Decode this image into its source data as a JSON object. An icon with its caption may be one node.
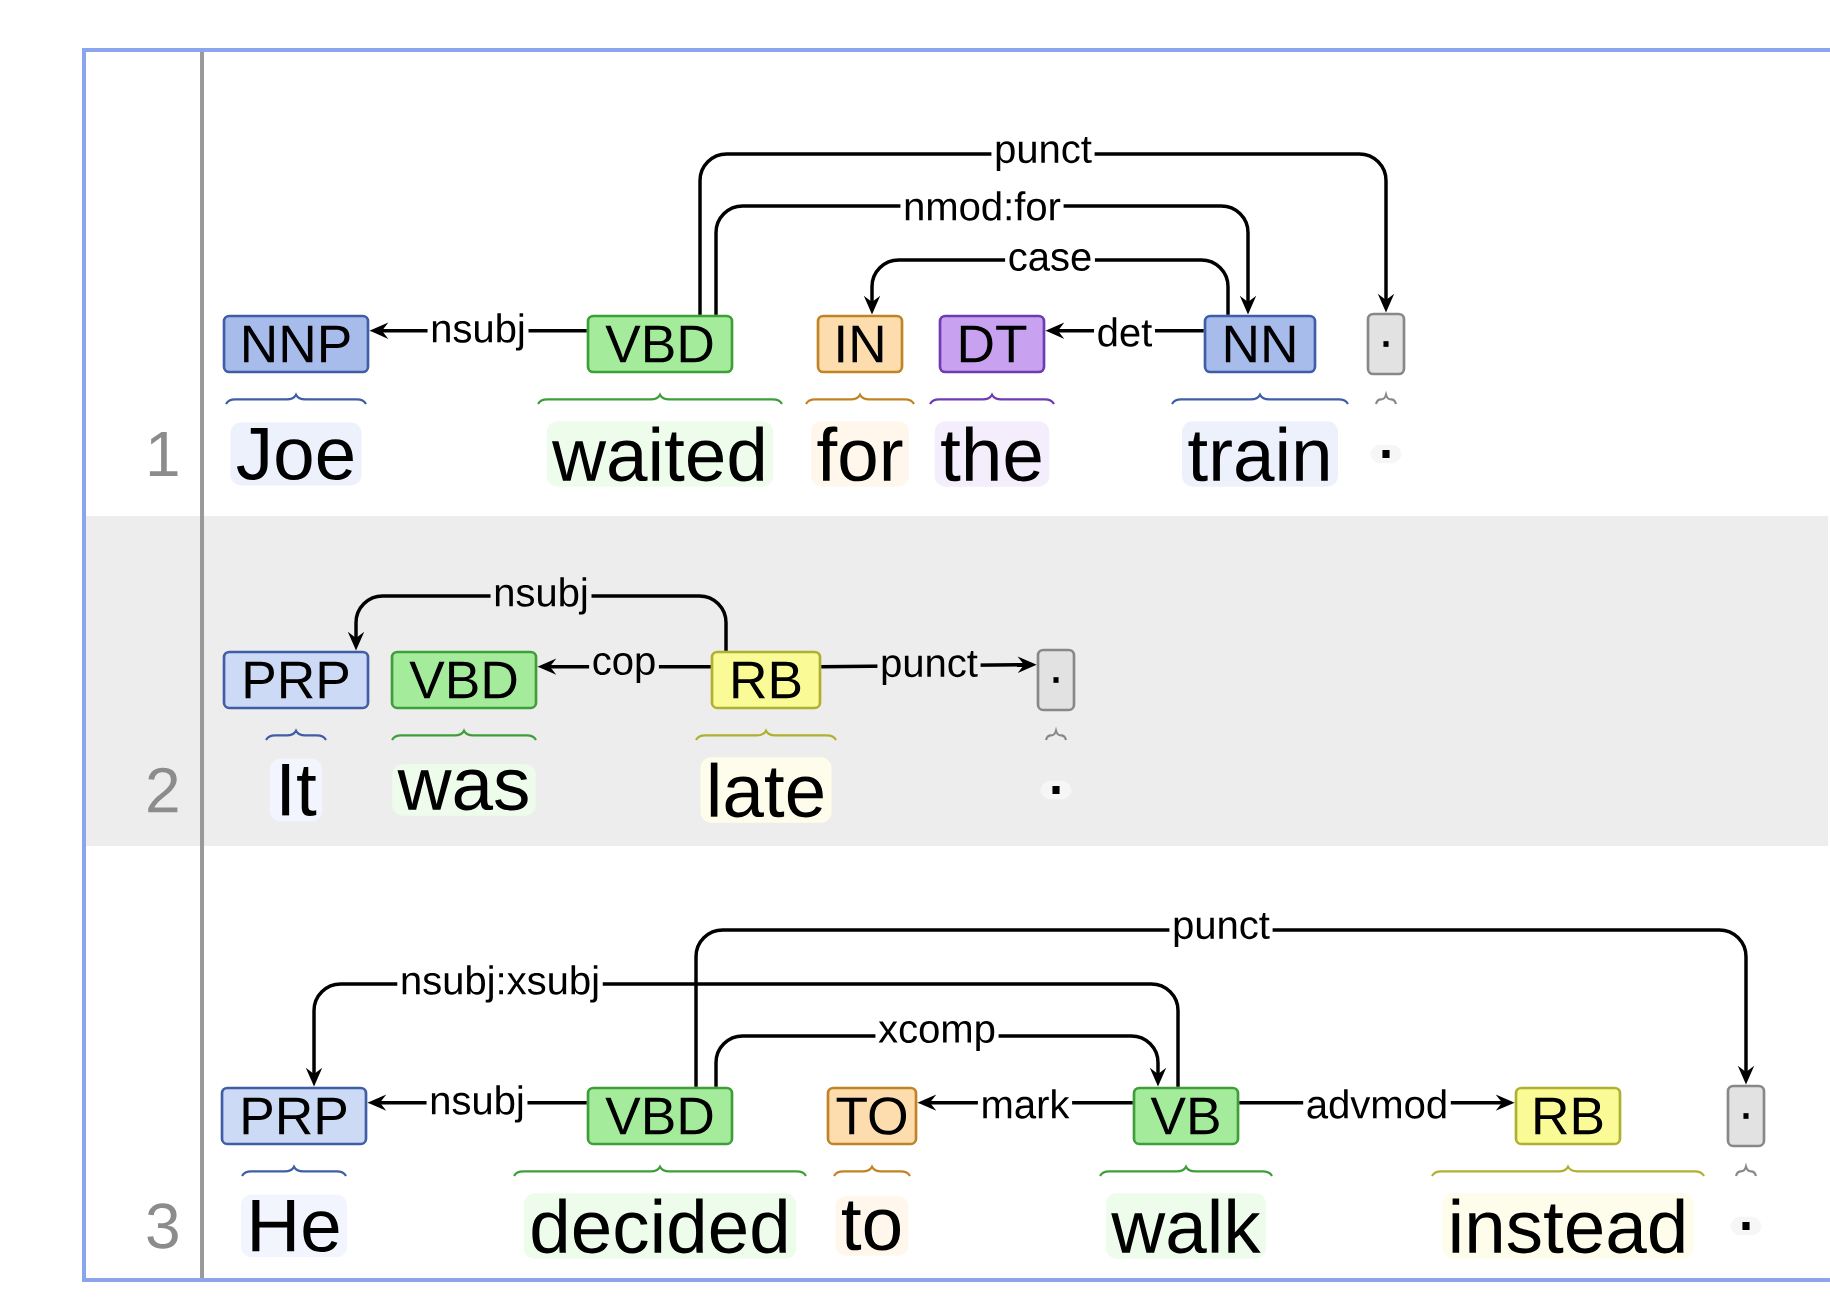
{
  "diagram": {
    "nodes": [
      {
        "text": [
          "NNP"
        ],
        "beside": [
          "Joe"
        ]
      },
      {
        "text": [
          "VBD"
        ],
        "beside": [
          "waited"
        ]
      },
      {
        "text": [
          "IN"
        ],
        "beside": [
          "for"
        ]
      },
      {
        "text": [
          "DT"
        ],
        "beside": [
          "the"
        ]
      },
      {
        "text": [
          "NN"
        ],
        "beside": [
          "train"
        ]
      },
      {
        "text": [
          "."
        ],
        "beside": [
          "."
        ]
      },
      {
        "text": [
          "PRP"
        ],
        "beside": [
          "It"
        ]
      },
      {
        "text": [
          "VBD"
        ],
        "beside": [
          "was"
        ]
      },
      {
        "text": [
          "RB"
        ],
        "beside": [
          "late"
        ]
      },
      {
        "text": [
          "."
        ],
        "beside": [
          "."
        ]
      },
      {
        "text": [
          "PRP"
        ],
        "beside": [
          "He"
        ]
      },
      {
        "text": [
          "VBD"
        ],
        "beside": [
          "decided"
        ]
      },
      {
        "text": [
          "TO"
        ],
        "beside": [
          "to"
        ]
      },
      {
        "text": [
          "VB"
        ],
        "beside": [
          "walk"
        ]
      },
      {
        "text": [
          "RB"
        ],
        "beside": [
          "instead"
        ]
      },
      {
        "text": [
          "."
        ],
        "beside": [
          "."
        ]
      }
    ],
    "edges": [
      {
        "from": 1,
        "to": 0,
        "arrow": "to",
        "label": "nsubj"
      },
      {
        "from": 1,
        "to": 5,
        "arrow": "to",
        "label": "punct"
      },
      {
        "from": 1,
        "to": 4,
        "arrow": "to",
        "label": "nmod:for"
      },
      {
        "from": 4,
        "to": 2,
        "arrow": "to",
        "label": "case"
      },
      {
        "from": 4,
        "to": 3,
        "arrow": "to",
        "label": "det"
      },
      {
        "from": 8,
        "to": 6,
        "arrow": "to",
        "label": "nsubj"
      },
      {
        "from": 8,
        "to": 7,
        "arrow": "to",
        "label": "cop"
      },
      {
        "from": 8,
        "to": 9,
        "arrow": "to",
        "label": "punct"
      },
      {
        "from": 11,
        "to": 10,
        "arrow": "to",
        "label": "nsubj"
      },
      {
        "from": 11,
        "to": 15,
        "arrow": "to",
        "label": "punct"
      },
      {
        "from": 13,
        "to": 10,
        "arrow": "to",
        "label": "nsubj:xsubj"
      },
      {
        "from": 11,
        "to": 13,
        "arrow": "to",
        "label": "xcomp"
      },
      {
        "from": 13,
        "to": 12,
        "arrow": "to",
        "label": "mark"
      },
      {
        "from": 13,
        "to": 14,
        "arrow": "to",
        "label": "advmod"
      }
    ],
    "labels": [
      "1",
      "2",
      "3"
    ]
  }
}
